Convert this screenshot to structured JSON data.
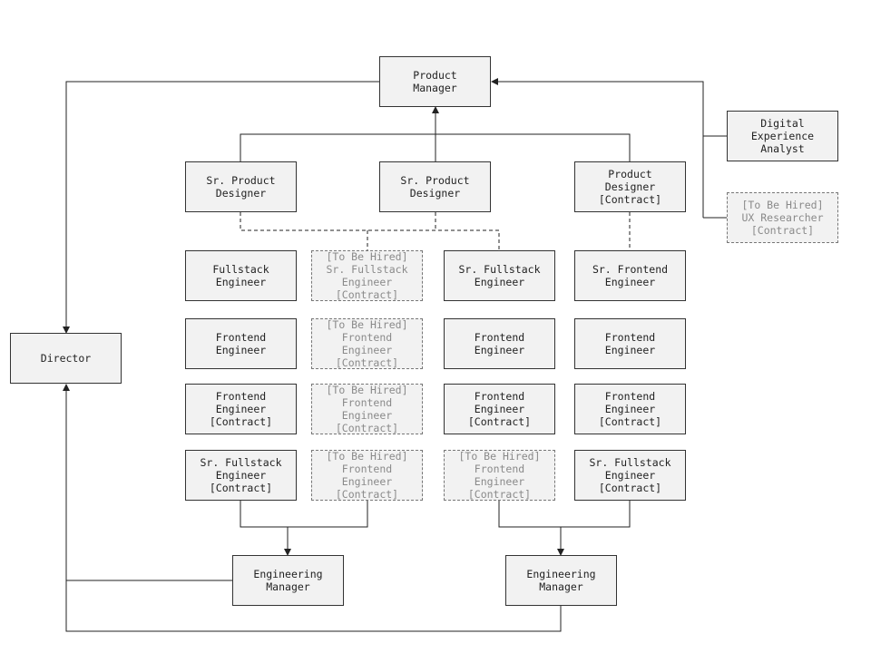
{
  "nodes": {
    "product_manager": "Product\nManager",
    "digital_experience_analyst": "Digital\nExperience\nAnalyst",
    "ux_researcher_tbh": "[To Be Hired]\nUX Researcher\n[Contract]",
    "sr_product_designer_1": "Sr. Product\nDesigner",
    "sr_product_designer_2": "Sr. Product\nDesigner",
    "product_designer_contract": "Product\nDesigner\n[Contract]",
    "director": "Director",
    "c1_r1": "Fullstack\nEngineer",
    "c2_r1": "[To Be Hired]\nSr. Fullstack\nEngineer\n[Contract]",
    "c3_r1": "Sr. Fullstack\nEngineer",
    "c4_r1": "Sr. Frontend\nEngineer",
    "c1_r2": "Frontend\nEngineer",
    "c2_r2": "[To Be Hired]\nFrontend\nEngineer\n[Contract]",
    "c3_r2": "Frontend\nEngineer",
    "c4_r2": "Frontend\nEngineer",
    "c1_r3": "Frontend\nEngineer\n[Contract]",
    "c2_r3": "[To Be Hired]\nFrontend\nEngineer\n[Contract]",
    "c3_r3": "Frontend\nEngineer\n[Contract]",
    "c4_r3": "Frontend\nEngineer\n[Contract]",
    "c1_r4": "Sr. Fullstack\nEngineer\n[Contract]",
    "c2_r4": "[To Be Hired]\nFrontend\nEngineer\n[Contract]",
    "c3_r4": "[To Be Hired]\nFrontend\nEngineer\n[Contract]",
    "c4_r4": "Sr. Fullstack\nEngineer\n[Contract]",
    "engineering_manager_1": "Engineering\nManager",
    "engineering_manager_2": "Engineering\nManager"
  },
  "colors": {
    "line": "#222222",
    "node_fill": "#f2f2f2",
    "tbh_text": "#8a8a8a"
  }
}
